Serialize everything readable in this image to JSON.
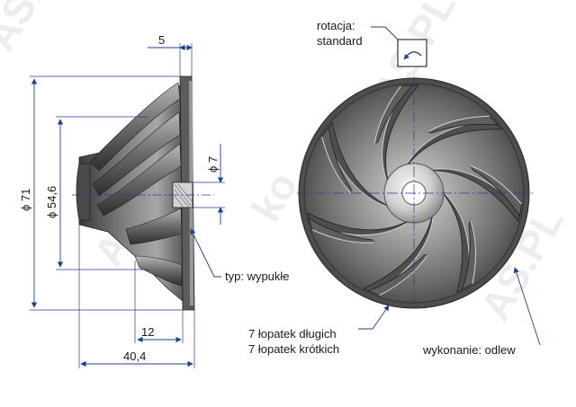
{
  "watermark": [
    "AS.PL",
    "AS.PL",
    "AS.PL",
    "AS.PL",
    "ko"
  ],
  "dimensions": {
    "top_width": "5",
    "outer_diameter": "ϕ 71",
    "inducer_diameter": "ϕ 54,6",
    "bore_diameter": "ϕ 7",
    "hub_length": "12",
    "total_length": "40,4"
  },
  "labels": {
    "rotation_title": "rotacja:",
    "rotation_value": "standard",
    "back_type": "typ: wypukłe",
    "blades_long": "7 łopatek długich",
    "blades_short": "7 łopatek krótkich",
    "manufacture": "wykonanie: odlew"
  },
  "icons": {
    "rotation": "rotation-arrow-icon"
  },
  "colors": {
    "metal_dark": "#3c3c3c",
    "metal_mid": "#6e6e6e",
    "metal_light": "#b4b4b4",
    "dimension_line": "#1f3f8f",
    "text": "#1a1a1a"
  }
}
